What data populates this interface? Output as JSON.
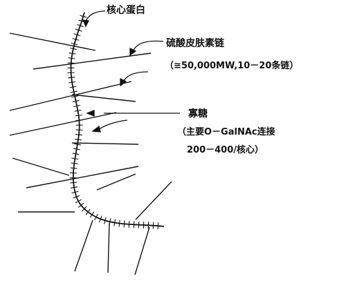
{
  "labels": {
    "core_protein": "核心蛋白",
    "chondroitin_sulfate": "硫酸皮肤素链",
    "chondroitin_sulfate_note": "（≅50,000MW,10－20条链）",
    "oligosaccharide": "寡糖",
    "oligosaccharide_note_1": "（主要O－GalNAc连接",
    "oligosaccharide_note_2": "200－400/核心）"
  },
  "colors": {
    "ink": "#111111",
    "background": "#ffffff"
  }
}
